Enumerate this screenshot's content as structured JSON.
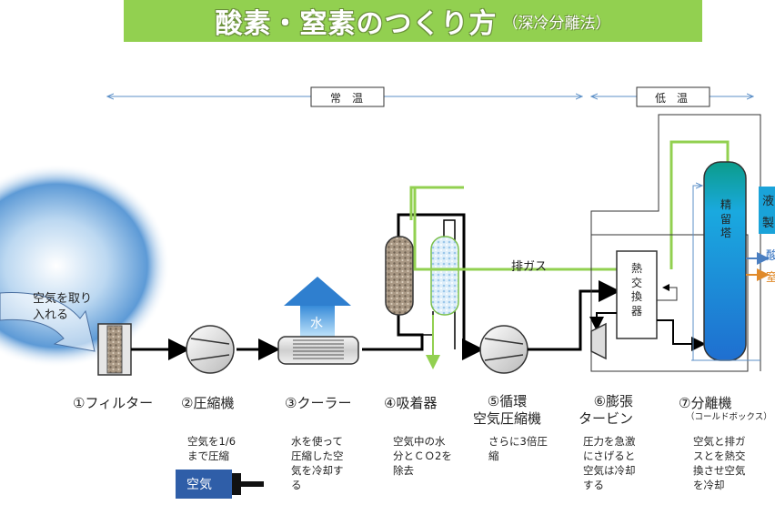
{
  "title": {
    "main": "酸素・窒素のつくり方",
    "sub": "（深冷分離法）"
  },
  "zones": {
    "normal": "常　温",
    "low": "低　温"
  },
  "labels": {
    "intake": "空気を取り\n入れる",
    "water": "水",
    "exhaust": "排ガス",
    "heat_exchanger": "熱\n交\n換\n器",
    "column": "精\n留\n塔",
    "liquid_partial_1": "液",
    "liquid_partial_2": "製",
    "oxygen_partial": "酸",
    "nitrogen_partial": "窒",
    "air_tag": "空気"
  },
  "steps": [
    {
      "name": "①フィルター",
      "desc": ""
    },
    {
      "name": "②圧縮機",
      "desc": "空気を1/6\nまで圧縮"
    },
    {
      "name": "③クーラー",
      "desc": "水を使って\n圧縮した空\n気を冷却す\nる"
    },
    {
      "name": "④吸着器",
      "desc": "空気中の水\n分とＣＯ2を\n除去"
    },
    {
      "name": "⑤循環\n空気圧縮機",
      "desc": "さらに3倍圧\n縮"
    },
    {
      "name": "⑥膨張\nタービン",
      "desc": "圧力を急激\nにさげると\n空気は冷却\nする"
    },
    {
      "name": "⑦分離機",
      "note": "（コールドボックス）",
      "desc": "空気と排ガ\nスとを熱交\n換させ空気\nを冷却"
    }
  ],
  "colors": {
    "title_bg": "#92d050",
    "green_line": "#92d050",
    "arrow_blue": "#5b8fc7",
    "column": "#1aa3d9",
    "water": "#3b8ed1",
    "oxygen": "#4a7ec0",
    "nitrogen": "#e08a2a"
  }
}
